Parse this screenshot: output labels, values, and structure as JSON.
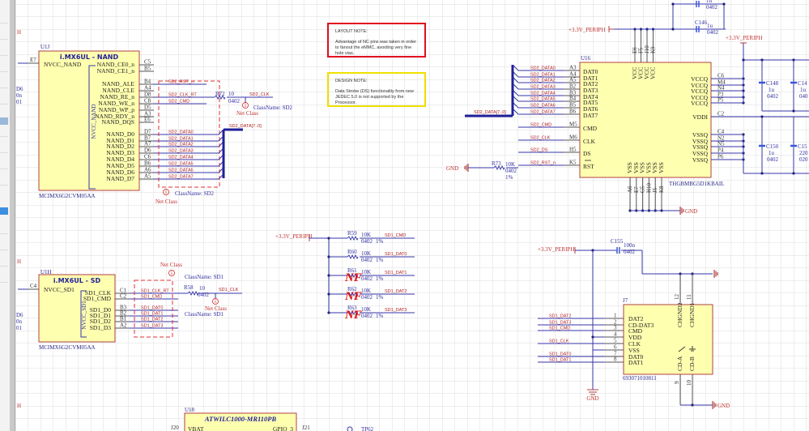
{
  "sheet": {
    "zone_label": "H",
    "left_stub_labels": [
      "D6",
      "0n",
      "01"
    ]
  },
  "notes": {
    "layout": {
      "title": "LAYOUT NOTE:",
      "body": "Advantage of NC pins was taken in order to fanout the eMMC, avoiding very fine hole vias.",
      "border_color": "#e01020"
    },
    "design": {
      "title": "DESIGN NOTE:",
      "body": "Data Strobe (DS) functionality from new JEDEC 5.0 is not supported by the Processor.",
      "border_color": "#f0e000"
    }
  },
  "u1j": {
    "designator": "U1J",
    "title": "i.MX6UL - NAND",
    "part": "MCIMX6G2CVM05AA",
    "power_pin": {
      "num": "E7",
      "name": "NVCC_NAND"
    },
    "group_label": "NVCC_NAND",
    "pins": [
      {
        "name": "NAND_CE0_n",
        "num": "C5",
        "net": ""
      },
      {
        "name": "NAND_CE1_n",
        "num": "B5",
        "net": ""
      },
      {
        "name": "NAND_ALE",
        "num": "B4",
        "net": "SD2_RST_n"
      },
      {
        "name": "NAND_CLE",
        "num": "A4",
        "net": ""
      },
      {
        "name": "NAND_RE_n",
        "num": "D8",
        "net": "SD2_CLK_RT"
      },
      {
        "name": "NAND_WE_n",
        "num": "C8",
        "net": "SD2_CMD"
      },
      {
        "name": "NAND_WP_p",
        "num": "D5",
        "net": ""
      },
      {
        "name": "NAND_RDY_n",
        "num": "A3",
        "net": ""
      },
      {
        "name": "NAND_DQS",
        "num": "E6",
        "net": ""
      },
      {
        "name": "NAND_D0",
        "num": "D7",
        "net": "SD2_DATA0"
      },
      {
        "name": "NAND_D1",
        "num": "B7",
        "net": "SD2_DATA1"
      },
      {
        "name": "NAND_D2",
        "num": "A7",
        "net": "SD2_DATA2"
      },
      {
        "name": "NAND_D3",
        "num": "D6",
        "net": "SD2_DATA3"
      },
      {
        "name": "NAND_D4",
        "num": "C6",
        "net": "SD2_DATA4"
      },
      {
        "name": "NAND_D5",
        "num": "B6",
        "net": "SD2_DATA5"
      },
      {
        "name": "NAND_D6",
        "num": "A6",
        "net": "SD2_DATA6"
      },
      {
        "name": "NAND_D7",
        "num": "A5",
        "net": "SD2_DATA7"
      }
    ],
    "r72": {
      "designator": "R72",
      "value": "10",
      "package": "0402",
      "net_out": "SD2_CLK"
    },
    "netclass_label": "Net Class",
    "classname_sd2": "ClassName: SD2",
    "bus_label": "SD2_DATA[7..0]"
  },
  "u16": {
    "designator": "U16",
    "part": "THGBMBG5D1KBAIL",
    "vcc_pins": [
      {
        "num": "E6",
        "name": "VCC"
      },
      {
        "num": "F5",
        "name": "VCC"
      },
      {
        "num": "J10",
        "name": "VCC"
      },
      {
        "num": "K9",
        "name": "VCC"
      }
    ],
    "vss_pins": [
      {
        "num": "A6",
        "name": "VSS"
      },
      {
        "num": "E7",
        "name": "VSS"
      },
      {
        "num": "G5",
        "name": "VSS"
      },
      {
        "num": "H10",
        "name": "VSS"
      },
      {
        "num": "J5",
        "name": "VSS"
      },
      {
        "num": "K8",
        "name": "VSS"
      }
    ],
    "left_pins": [
      {
        "name": "DAT0",
        "num": "A3",
        "net": "SD2_DATA0"
      },
      {
        "name": "DAT1",
        "num": "A4",
        "net": "SD2_DATA1"
      },
      {
        "name": "DAT2",
        "num": "A5",
        "net": "SD2_DATA2"
      },
      {
        "name": "DAT3",
        "num": "B2",
        "net": "SD2_DATA3"
      },
      {
        "name": "DAT4",
        "num": "B3",
        "net": "SD2_DATA4"
      },
      {
        "name": "DAT5",
        "num": "B4",
        "net": "SD2_DATA5"
      },
      {
        "name": "DAT6",
        "num": "B5",
        "net": "SD2_DATA6"
      },
      {
        "name": "DAT7",
        "num": "B6",
        "net": "SD2_DATA7"
      },
      {
        "name": "CMD",
        "num": "M5",
        "net": "SD2_CMD"
      },
      {
        "name": "CLK",
        "num": "M6",
        "net": "SD2_CLK"
      },
      {
        "name": "DS",
        "num": "H5",
        "net": "SD2_DS"
      },
      {
        "name": "RST",
        "num": "K5",
        "net": "SD2_RST_n"
      }
    ],
    "right_pins": [
      {
        "name": "VCCQ",
        "num": "C6"
      },
      {
        "name": "VCCQ",
        "num": "M4"
      },
      {
        "name": "VCCQ",
        "num": "N4"
      },
      {
        "name": "VCCQ",
        "num": "P3"
      },
      {
        "name": "VCCQ",
        "num": "P5"
      },
      {
        "name": "VDDI",
        "num": "C2"
      },
      {
        "name": "VSSQ",
        "num": "C4"
      },
      {
        "name": "VSSQ",
        "num": "N2"
      },
      {
        "name": "VSSQ",
        "num": "N5"
      },
      {
        "name": "VSSQ",
        "num": "P4"
      },
      {
        "name": "VSSQ",
        "num": "P6"
      }
    ],
    "r73": {
      "designator": "R73",
      "value": "10K",
      "package": "0402",
      "tolerance": "1%"
    },
    "gnd_label": "GND",
    "bus_label": "SD2_DATA[7..0]"
  },
  "caps_top": {
    "top_cap": {
      "value": "1u",
      "package": "0402"
    },
    "c146": {
      "designator": "C146",
      "value": "1u",
      "package": "0402"
    },
    "c148": {
      "designator": "C148",
      "value": "1u",
      "package": "0402"
    },
    "c149": {
      "designator": "C14",
      "value": "1u",
      "package": "040"
    },
    "c150": {
      "designator": "C150",
      "value": "1u",
      "package": "0402"
    },
    "c151": {
      "designator": "C15",
      "value": "220",
      "package": "020"
    }
  },
  "power": {
    "rail": "+3.3V_PERIPH",
    "gnd": "GND"
  },
  "u1h": {
    "designator": "U1H",
    "title": "i.MX6UL - SD",
    "part": "MCIMX6G2CVM05AA",
    "power_pin": {
      "num": "C4",
      "name": "NVCC_SD1"
    },
    "group_label": "NVCC_SD1",
    "pins": [
      {
        "name": "SD1_CLK",
        "num": "C1",
        "net": "SD1_CLK_RT"
      },
      {
        "name": "SD1_CMD",
        "num": "C2",
        "net": "SD1_CMD"
      },
      {
        "name": "SD1_D0",
        "num": "B3",
        "net": "SD1_DAT0"
      },
      {
        "name": "SD1_D1",
        "num": "B2",
        "net": "SD1_DAT1"
      },
      {
        "name": "SD1_D2",
        "num": "B1",
        "net": "SD1_DAT2"
      },
      {
        "name": "SD1_D3",
        "num": "A2",
        "net": "SD1_DAT3"
      }
    ],
    "r58": {
      "designator": "R58",
      "value": "10",
      "package": "0402",
      "net_out": "SD1_CLK"
    },
    "netclass_label": "Net Class",
    "classname_sd1": "ClassName: SD1"
  },
  "pullups": {
    "rail": "+3.3V_PERIPH",
    "resistors": [
      {
        "designator": "R59",
        "value": "10K",
        "package": "0402",
        "tolerance": "1%",
        "net": "SD1_CMD",
        "nf": false
      },
      {
        "designator": "R60",
        "value": "10K",
        "package": "0402",
        "tolerance": "1%",
        "net": "SD1_DAT0",
        "nf": false
      },
      {
        "designator": "R61",
        "value": "10K",
        "package": "0402",
        "tolerance": "1%",
        "net": "SD1_DAT1",
        "nf": true
      },
      {
        "designator": "R62",
        "value": "10K",
        "package": "0402",
        "tolerance": "1%",
        "net": "SD1_DAT2",
        "nf": true
      },
      {
        "designator": "R63",
        "value": "10K",
        "package": "0402",
        "tolerance": "1%",
        "net": "SD1_DAT3",
        "nf": true
      }
    ],
    "nf_label": "NF"
  },
  "j7": {
    "designator": "J7",
    "part": "693071010811",
    "c155": {
      "designator": "C155",
      "value": "100n",
      "package": "0402"
    },
    "pins": [
      {
        "num": "1",
        "name": "DAT2",
        "net": "SD1_DAT2"
      },
      {
        "num": "2",
        "name": "CD-DAT3",
        "net": "SD1_DAT3"
      },
      {
        "num": "3",
        "name": "CMD",
        "net": "SD1_CMD"
      },
      {
        "num": "4",
        "name": "VDD",
        "net": ""
      },
      {
        "num": "5",
        "name": "CLK",
        "net": "SD1_CLK"
      },
      {
        "num": "6",
        "name": "VSS",
        "net": ""
      },
      {
        "num": "7",
        "name": "DAT0",
        "net": "SD1_DAT0"
      },
      {
        "num": "8",
        "name": "DAT1",
        "net": "SD1_DAT1"
      }
    ],
    "top_pins": [
      {
        "num": "12",
        "name": "CHGND2"
      },
      {
        "num": "11",
        "name": "CHGND1"
      }
    ],
    "bottom_pins": [
      {
        "num": "9",
        "name": "CD-A"
      },
      {
        "num": "10",
        "name": "CD-B"
      }
    ]
  },
  "u18": {
    "designator": "U18",
    "title": "ATWILC1000-MR110PB",
    "left_conn": "J20",
    "right_conn": "J21",
    "pin_left": "VBAT",
    "pin_right": "GPIO_3",
    "tp": "TP62"
  }
}
